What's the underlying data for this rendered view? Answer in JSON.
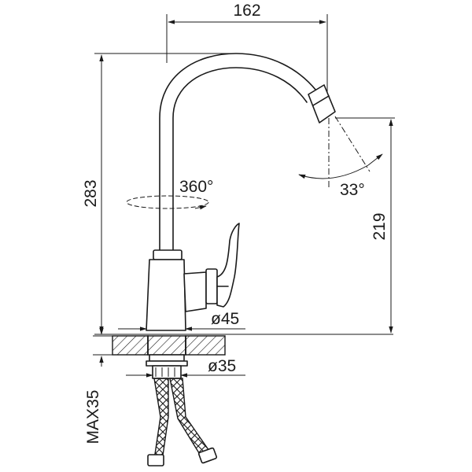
{
  "dimensions": {
    "top_width": "162",
    "overall_height": "283",
    "spout_height": "219",
    "rotation": "360°",
    "tilt_angle": "33°",
    "body_diameter": "ø45",
    "mount_diameter": "ø35",
    "max_deck_thickness": "MAX35"
  }
}
